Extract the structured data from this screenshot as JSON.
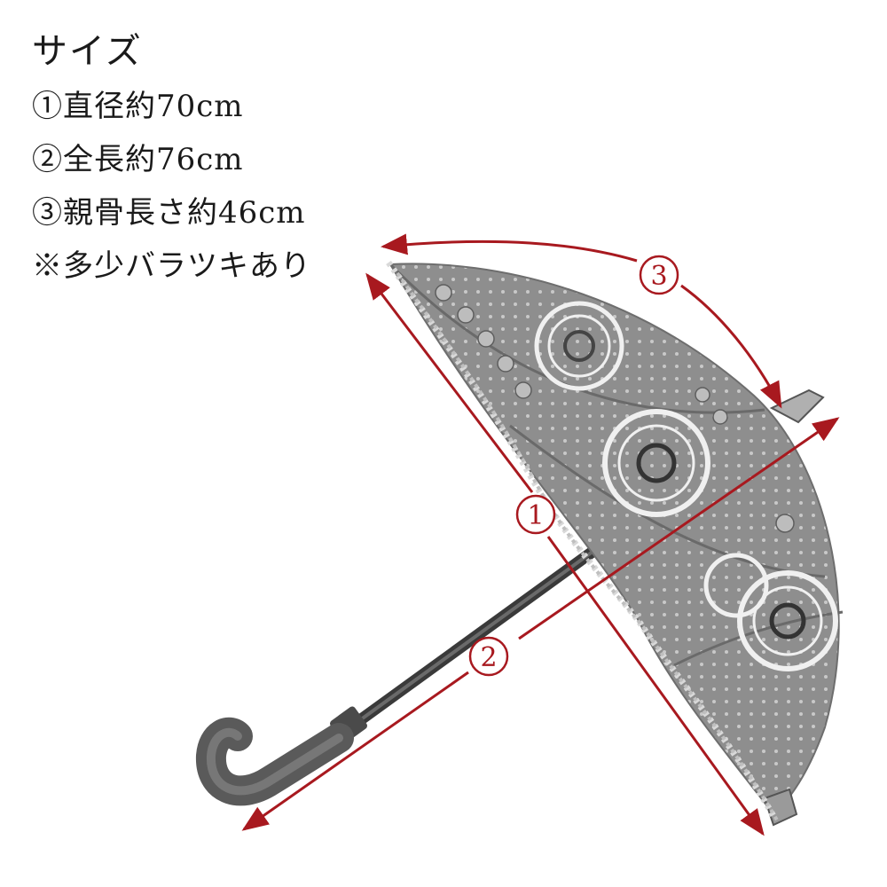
{
  "spec": {
    "title": "サイズ",
    "lines": [
      "①直径約70cm",
      "②全長約76cm",
      "③親骨長さ約46cm",
      "※多少バラツキあり"
    ]
  },
  "dimensions": {
    "diameter_marker": "1",
    "length_marker": "2",
    "rib_marker": "3"
  },
  "colors": {
    "arrow": "#a8191f",
    "text": "#1a1a1a",
    "canopy": "#8f8f8f",
    "fringe": "#dcdcdc"
  }
}
